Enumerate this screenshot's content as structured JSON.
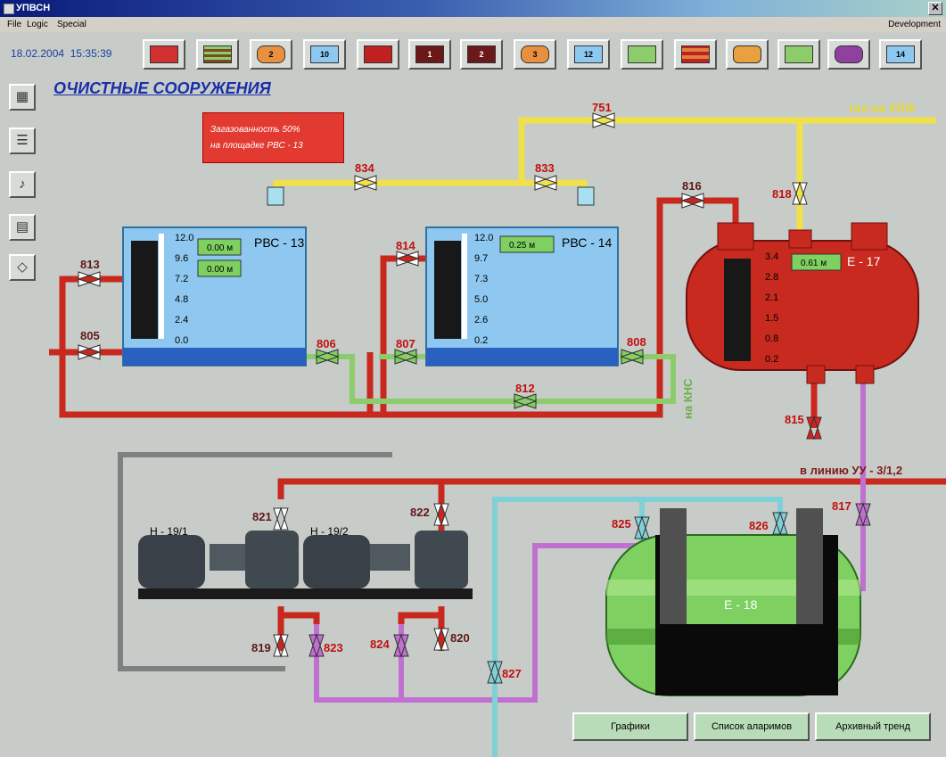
{
  "window": {
    "title": "УПВСН"
  },
  "menu": {
    "file": "File",
    "logic": "Logic",
    "special": "Special",
    "right": "Development"
  },
  "toolbar": {
    "date": "18.02.2004",
    "time": "15:35:39",
    "buttons": [
      "",
      "",
      "2",
      "10",
      "",
      "1",
      "2",
      "3",
      "12",
      "",
      "",
      "",
      "",
      "",
      "",
      "14"
    ]
  },
  "main_title": "ОЧИСТНЫЕ СООРУЖЕНИЯ",
  "alarm": {
    "line1": "Загазованность 50%",
    "line2": "на площадке РВС - 13"
  },
  "tanks": {
    "rvs13": {
      "name": "РВС - 13",
      "level1": "0.00 м",
      "level2": "0.00 м",
      "scale": [
        "12.0",
        "9.6",
        "7.2",
        "4.8",
        "2.4",
        "0.0"
      ],
      "fill": 0.0
    },
    "rvs14": {
      "name": "РВС - 14",
      "level1": "0.25 м",
      "scale": [
        "12.0",
        "9.7",
        "7.3",
        "5.0",
        "2.6",
        "0.2"
      ],
      "fill": 0.02
    },
    "e17": {
      "name": "Е - 17",
      "level1": "0.61 м",
      "scale": [
        "3.4",
        "2.8",
        "2.1",
        "1.5",
        "0.8",
        "0.2"
      ],
      "fill": 0.13
    },
    "e18": {
      "name": "Е - 18"
    }
  },
  "pumps": {
    "h191": "Н - 19/1",
    "h192": "Н - 19/2"
  },
  "valves": {
    "v751": "751",
    "v834": "834",
    "v833": "833",
    "v816": "816",
    "v818": "818",
    "v813": "813",
    "v814": "814",
    "v805": "805",
    "v806": "806",
    "v807": "807",
    "v808": "808",
    "v812": "812",
    "v815": "815",
    "v817": "817",
    "v821": "821",
    "v822": "822",
    "v825": "825",
    "v826": "826",
    "v819": "819",
    "v823": "823",
    "v824": "824",
    "v820": "820",
    "v827": "827"
  },
  "flows": {
    "gas": "газ на УЛФ",
    "kns": "на КНС",
    "line": "в линию УУ - 3/1,2"
  },
  "buttons": {
    "charts": "Графики",
    "alarms": "Список аларимов",
    "trend": "Архивный тренд"
  },
  "colors": {
    "red_pipe": "#c8281e",
    "yellow_pipe": "#f0e04a",
    "green_pipe": "#8ccc6a",
    "purple_pipe": "#c070d0",
    "cyan_pipe": "#80d0d8",
    "gray_pipe": "#808080"
  },
  "icons": {
    "sidebar": [
      "mnemonic-icon",
      "report-icon",
      "sound-icon",
      "printer-icon",
      "eraser-icon"
    ]
  }
}
